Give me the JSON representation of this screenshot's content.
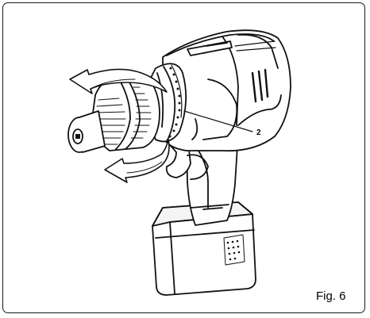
{
  "figure": {
    "label": "Fig. 6",
    "callouts": [
      {
        "number": "2"
      }
    ]
  },
  "colors": {
    "line": "#111111",
    "fill": "#ffffff",
    "shade": "#dcdcdc"
  },
  "icons": [
    "cordless-drill-illustration",
    "rotation-arrow-icon",
    "rotation-arrow-icon"
  ]
}
